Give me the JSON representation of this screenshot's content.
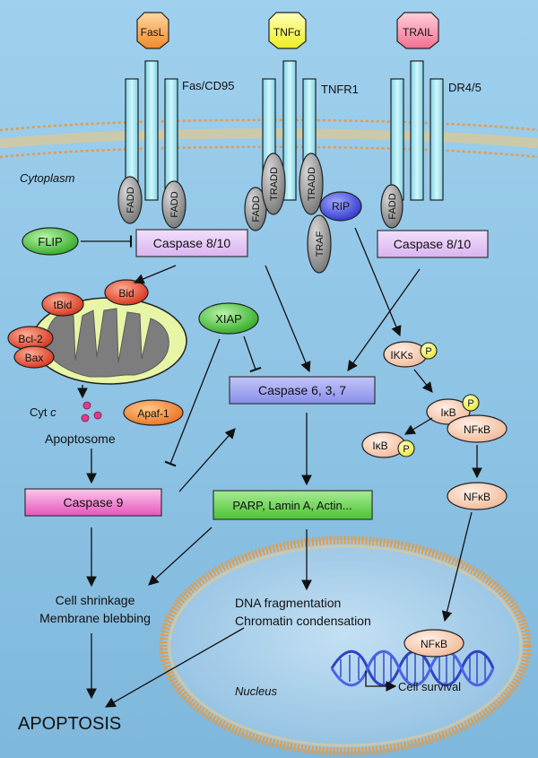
{
  "ligands": {
    "fasl": "FasL",
    "tnfa": "TNFα",
    "trail": "TRAIL"
  },
  "receptors": {
    "fas": "Fas/CD95",
    "tnfr1": "TNFR1",
    "dr45": "DR4/5"
  },
  "regions": {
    "cytoplasm": "Cytoplasm",
    "nucleus": "Nucleus"
  },
  "adaptors": {
    "fadd": "FADD",
    "tradd": "TRADD",
    "rip": "RIP",
    "traf": "TRAF"
  },
  "proteins": {
    "flip": "FLIP",
    "caspase_8_10": "Caspase 8/10",
    "bid": "Bid",
    "tbid": "tBid",
    "bcl2": "Bcl-2",
    "bax": "Bax",
    "xiap": "XIAP",
    "caspase_637": "Caspase 6, 3, 7",
    "ikks": "IKKs",
    "p": "P",
    "ikb": "IκB",
    "nfkb": "NFκB",
    "cytc_prefix": "Cyt ",
    "cytc_italic": "c",
    "apaf1": "Apaf-1",
    "apoptosome": "Apoptosome",
    "caspase9": "Caspase 9",
    "parp": "PARP, Lamin A, Actin..."
  },
  "outcomes": {
    "shrinkage": "Cell shrinkage",
    "blebbing": "Membrane blebbing",
    "dna_frag": "DNA fragmentation",
    "chromatin": "Chromatin condensation",
    "survival": "Cell survival",
    "apoptosis": "APOPTOSIS"
  },
  "colors": {
    "background": "#8ec5e6",
    "membrane": "#e89a40",
    "receptor": "#a9e8f2",
    "caspase_box": "#e6c8f5",
    "caspase_637_box": "#9fa3f2",
    "caspase9_box": "#f070c8",
    "parp_box": "#66d44d",
    "flip": "#44c23a",
    "bid": "#e84a30",
    "ikk": "#f7d1ba",
    "phospho": "#f0f05a",
    "mito": "#e7f5a6",
    "nucleus": "#a7cfea",
    "dna": "#2f43c6"
  }
}
